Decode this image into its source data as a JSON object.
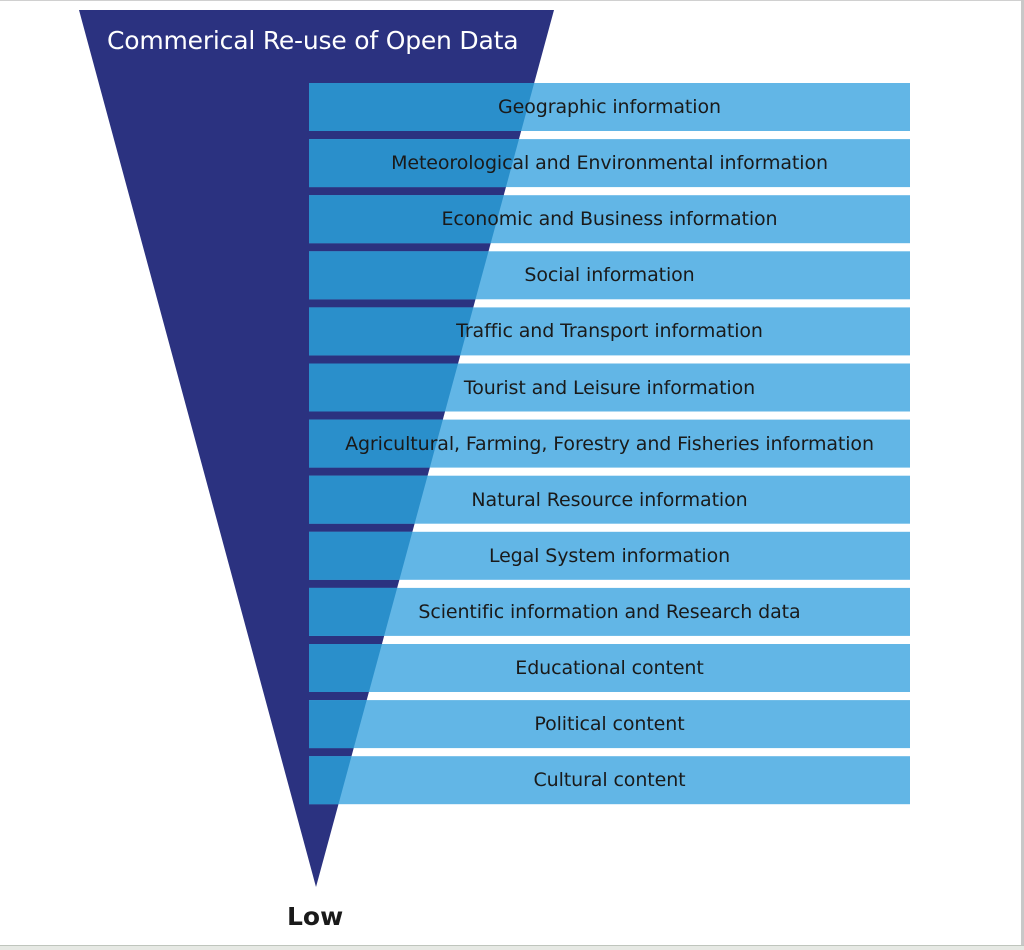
{
  "diagram": {
    "title": "Commerical Re-use of Open Data",
    "bottom_label": "Low",
    "colors": {
      "triangle": "#2b3280",
      "band_overlap": "#2a8fcb",
      "band": "#62b6e6",
      "text_dark": "#1a1a1a",
      "text_light": "#ffffff"
    },
    "categories": [
      "Geographic information",
      "Meteorological and Environmental information",
      "Economic and Business information",
      "Social information",
      "Traffic and Transport information",
      "Tourist and Leisure information",
      "Agricultural, Farming, Forestry and Fisheries information",
      "Natural Resource information",
      "Legal System information",
      "Scientific information and Research data",
      "Educational content",
      "Political content",
      "Cultural content"
    ]
  }
}
